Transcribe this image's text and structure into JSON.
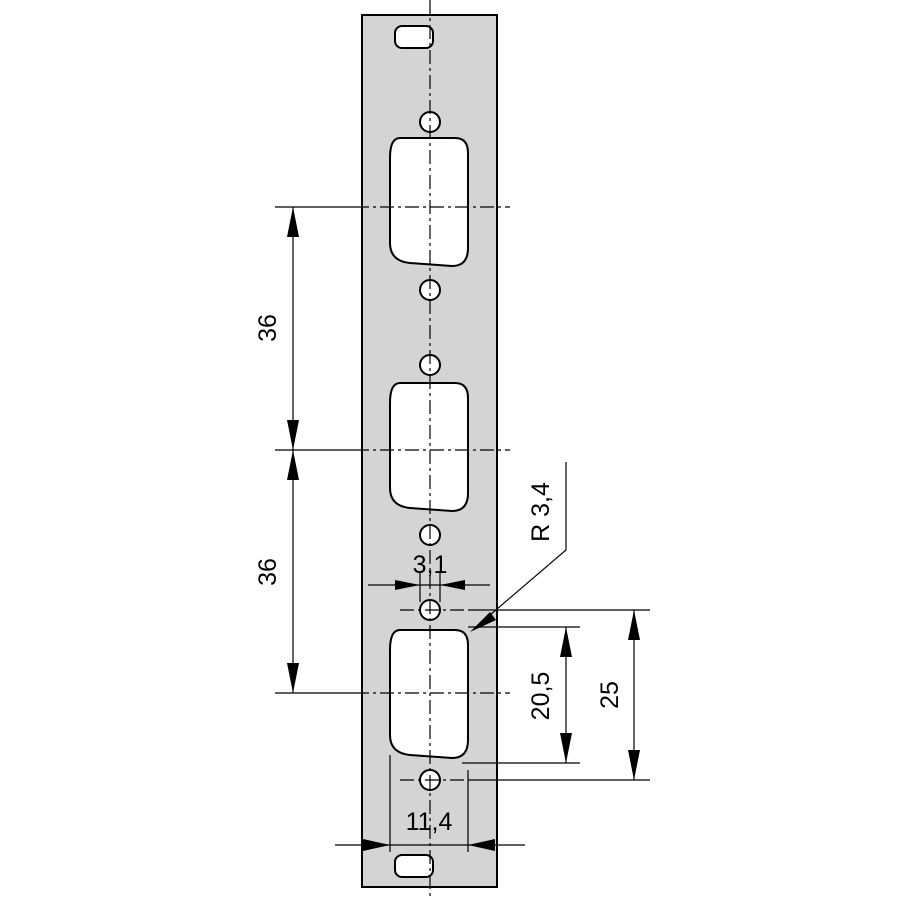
{
  "drawing": {
    "colors": {
      "panel_fill": "#d4d4d4",
      "outline": "#000000",
      "background": "#ffffff"
    },
    "dimensions": {
      "pitch_upper": "36",
      "pitch_lower": "36",
      "hole_diameter": "3,1",
      "corner_radius": "R 3,4",
      "cutout_height": "20,5",
      "hole_spacing": "25",
      "cutout_width": "11,4"
    },
    "connector_cutouts": [
      {
        "name": "connector-cutout-top"
      },
      {
        "name": "connector-cutout-middle"
      },
      {
        "name": "connector-cutout-bottom"
      }
    ]
  }
}
